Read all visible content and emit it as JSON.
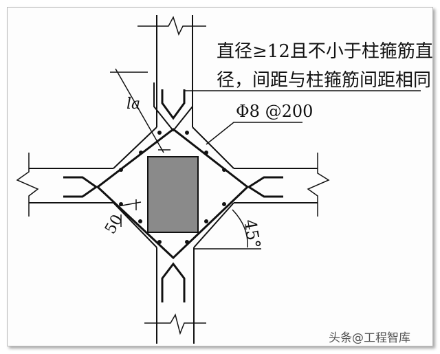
{
  "note": {
    "line1": "直径≥12且不小于柱箍筋直",
    "line2": "径，间距与柱箍筋间距相同"
  },
  "stirrup_label": "Φ8 @200",
  "anchor_label": "la",
  "offset_label": "50",
  "angle_label": "45°",
  "watermark": "头条@工程智库",
  "colors": {
    "line": "#111111",
    "column_fill": "#8a8a8a",
    "background": "#fdfdfd"
  }
}
